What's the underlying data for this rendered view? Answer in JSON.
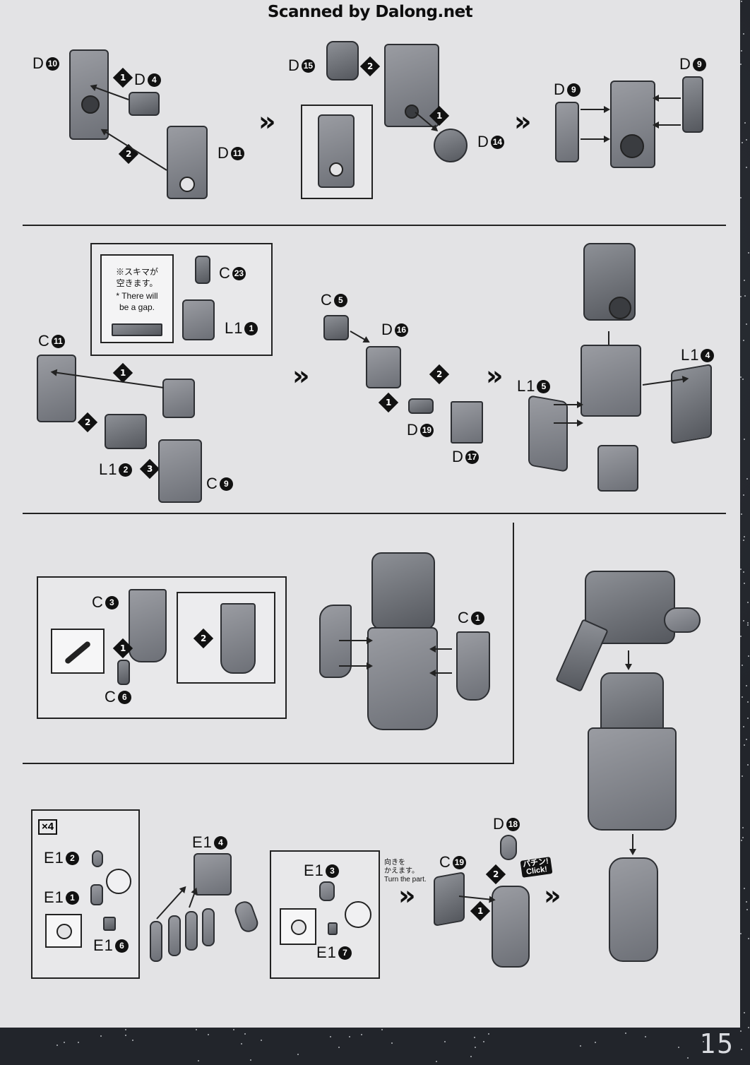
{
  "header": {
    "scan_credit": "Scanned by Dalong.net"
  },
  "page_number": "15",
  "arrow_glyph": "»",
  "step1": {
    "labels": {
      "d10": "D",
      "d10n": "10",
      "d4": "D",
      "d4n": "4",
      "d11": "D",
      "d11n": "11",
      "d15": "D",
      "d15n": "15",
      "d14": "D",
      "d14n": "14",
      "d9a": "D",
      "d9an": "9",
      "d9b": "D",
      "d9bn": "9"
    },
    "steps": [
      "1",
      "2"
    ]
  },
  "step2": {
    "note_jp_line1": "※スキマが",
    "note_jp_line2": "空きます。",
    "note_en_line1": "* There will",
    "note_en_line2": "be a gap.",
    "labels": {
      "c23": "C",
      "c23n": "23",
      "l1_1": "L1",
      "l1_1n": "1",
      "c11": "C",
      "c11n": "11",
      "l1_2": "L1",
      "l1_2n": "2",
      "c9": "C",
      "c9n": "9",
      "c5": "C",
      "c5n": "5",
      "d16": "D",
      "d16n": "16",
      "d19": "D",
      "d19n": "19",
      "d17": "D",
      "d17n": "17",
      "l1_5": "L1",
      "l1_5n": "5",
      "l1_4": "L1",
      "l1_4n": "4"
    },
    "steps": [
      "1",
      "2",
      "3"
    ]
  },
  "step3": {
    "labels": {
      "c3": "C",
      "c3n": "3",
      "c6": "C",
      "c6n": "6",
      "c1": "C",
      "c1n": "1"
    },
    "steps": [
      "1",
      "2"
    ]
  },
  "step4": {
    "multiplier": "×4",
    "labels": {
      "e12": "E1",
      "e12n": "2",
      "e11": "E1",
      "e11n": "1",
      "e16": "E1",
      "e16n": "6",
      "e14": "E1",
      "e14n": "4",
      "e13": "E1",
      "e13n": "3",
      "e17": "E1",
      "e17n": "7",
      "c19": "C",
      "c19n": "19",
      "d18": "D",
      "d18n": "18"
    },
    "turn_jp_line1": "向きを",
    "turn_jp_line2": "かえます。",
    "turn_en": "Turn the part.",
    "click_jp": "パチン!",
    "click_en": "Click!",
    "steps": [
      "1",
      "2"
    ]
  },
  "colors": {
    "paper": "#e3e3e5",
    "ink": "#111111",
    "background": "#2a2d33"
  }
}
